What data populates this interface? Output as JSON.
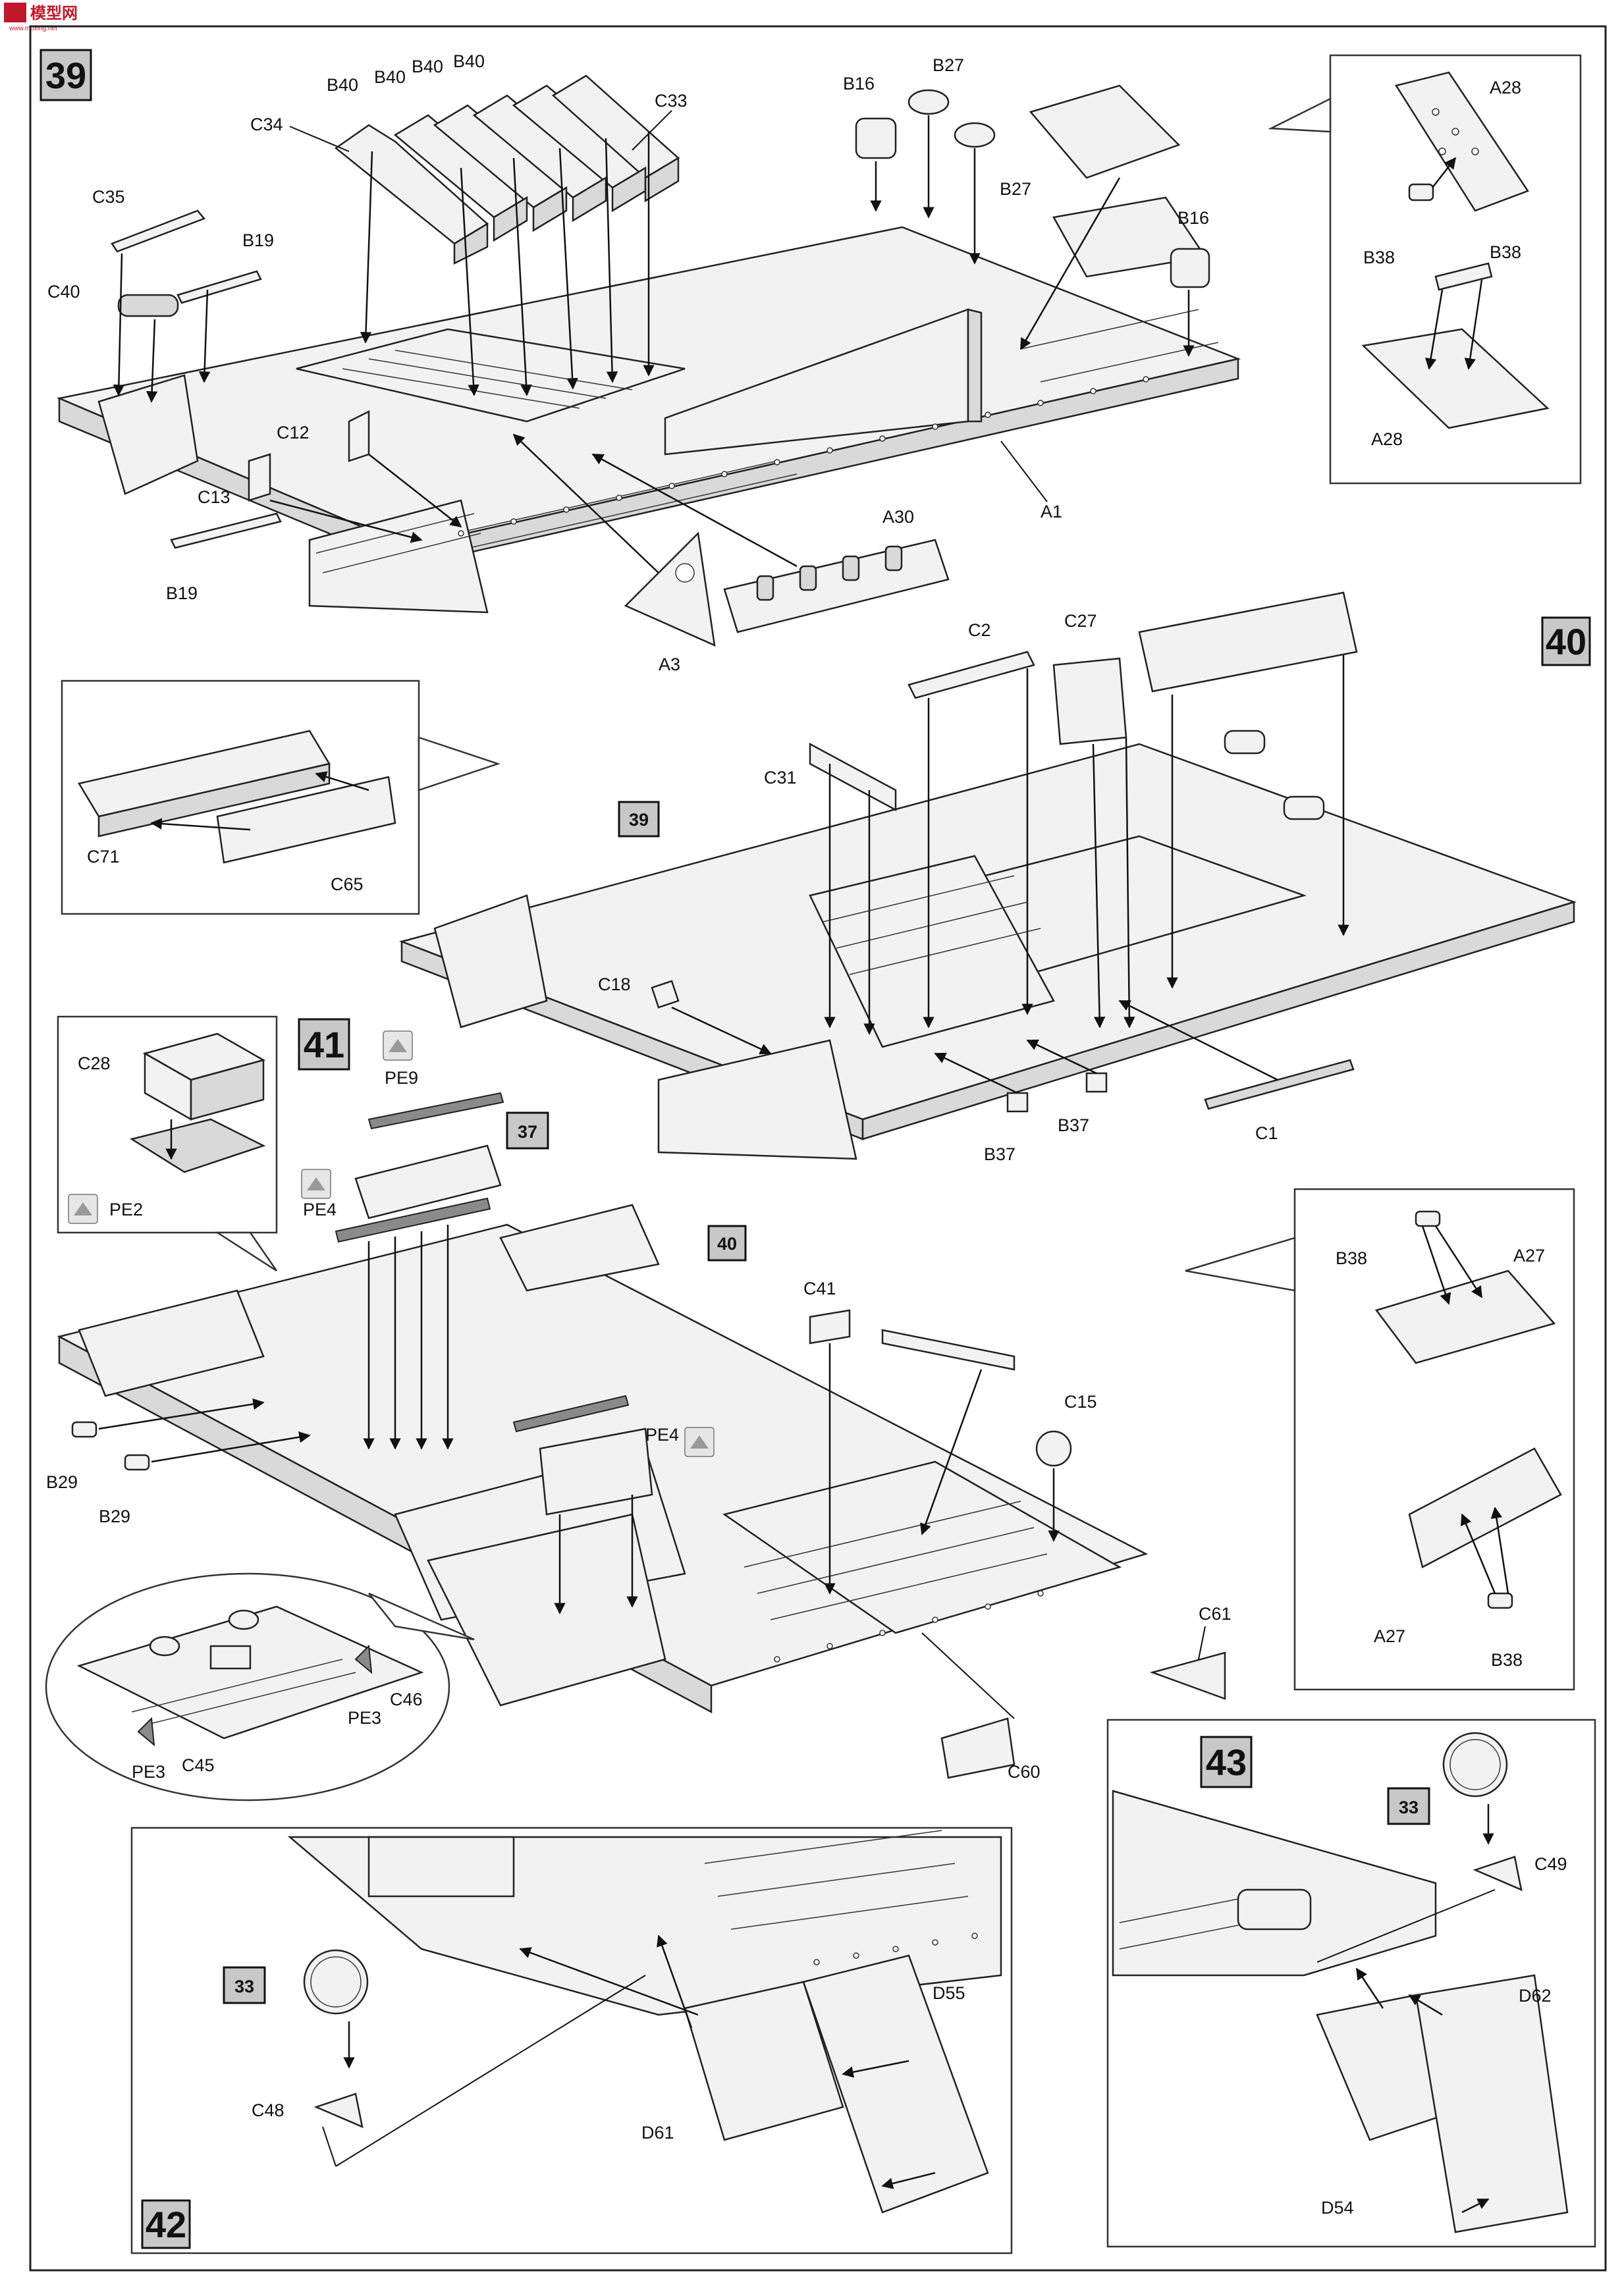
{
  "watermark": {
    "text": "模型网",
    "sub": "www.moxing.net"
  },
  "steps": {
    "s39": "39",
    "s40": "40",
    "s41": "41",
    "s42": "42",
    "s43": "43",
    "ref39": "39",
    "ref40": "40",
    "ref37": "37",
    "ref33a": "33",
    "ref33b": "33"
  },
  "labels": {
    "B40_1": "B40",
    "B40_2": "B40",
    "B40_3": "B40",
    "B40_4": "B40",
    "C34": "C34",
    "C33": "C33",
    "B16_1": "B16",
    "B27_1": "B27",
    "B27_2": "B27",
    "B16_2": "B16",
    "C35": "C35",
    "B19_1": "B19",
    "C40": "C40",
    "C12": "C12",
    "C13": "C13",
    "B19_2": "B19",
    "A3": "A3",
    "A30": "A30",
    "A1": "A1",
    "A28_1": "A28",
    "B38_1": "B38",
    "B38_2": "B38",
    "A28_2": "A28",
    "C2": "C2",
    "C27": "C27",
    "C31": "C31",
    "C18": "C18",
    "B37_1": "B37",
    "B37_2": "B37",
    "C1": "C1",
    "C71": "C71",
    "C65": "C65",
    "C28": "C28",
    "PE2": "PE2",
    "PE9": "PE9",
    "PE4_1": "PE4",
    "PE4_2": "PE4",
    "C41": "C41",
    "C15": "C15",
    "B29_1": "B29",
    "B29_2": "B29",
    "C61": "C61",
    "C60": "C60",
    "PE3_1": "PE3",
    "PE3_2": "PE3",
    "C45": "C45",
    "C46": "C46",
    "B38_3": "B38",
    "A27_1": "A27",
    "A27_2": "A27",
    "B38_4": "B38",
    "C48": "C48",
    "D61": "D61",
    "D55": "D55",
    "C49": "C49",
    "D62": "D62",
    "D54": "D54"
  }
}
